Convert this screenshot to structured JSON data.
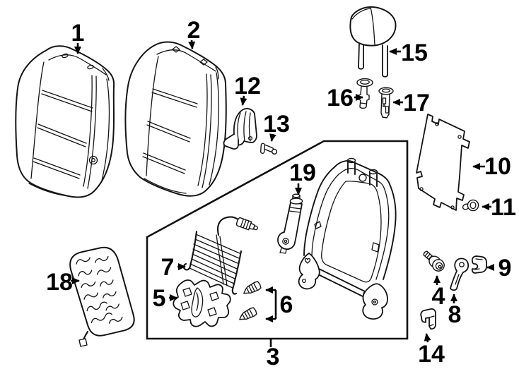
{
  "diagram": {
    "background": "#ffffff",
    "ink": "#141414",
    "figure": "front-seat-components-exploded-view",
    "callouts": [
      {
        "number": "1",
        "part": "seat-back-cover"
      },
      {
        "number": "2",
        "part": "seat-back-cushion"
      },
      {
        "number": "3",
        "part": "seat-back-frame-assembly"
      },
      {
        "number": "4",
        "part": "shoulder-screw"
      },
      {
        "number": "5",
        "part": "lower-bracket"
      },
      {
        "number": "6",
        "part": "mounting-screws"
      },
      {
        "number": "7",
        "part": "lumbar-support-mat"
      },
      {
        "number": "8",
        "part": "recliner-link"
      },
      {
        "number": "9",
        "part": "retaining-clip"
      },
      {
        "number": "10",
        "part": "seat-back-panel"
      },
      {
        "number": "11",
        "part": "push-nut"
      },
      {
        "number": "12",
        "part": "side-shield"
      },
      {
        "number": "13",
        "part": "retaining-pin"
      },
      {
        "number": "14",
        "part": "bracket-clip"
      },
      {
        "number": "15",
        "part": "headrest"
      },
      {
        "number": "16",
        "part": "headrest-guide-locking"
      },
      {
        "number": "17",
        "part": "headrest-guide"
      },
      {
        "number": "18",
        "part": "seat-heater-pad"
      },
      {
        "number": "19",
        "part": "lumbar-adjuster-motor"
      }
    ]
  }
}
